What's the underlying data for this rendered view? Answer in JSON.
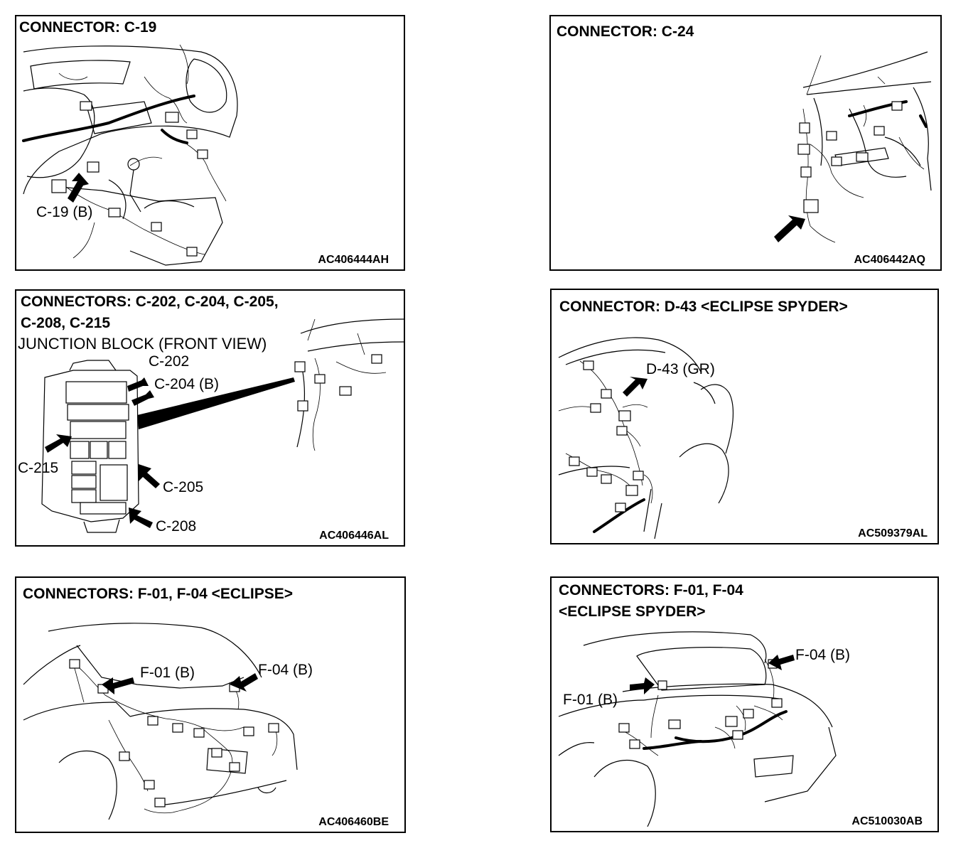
{
  "panels": [
    {
      "title_lines": [
        "CONNECTOR: C-19"
      ],
      "code": "AC406444AH",
      "callouts": [
        "C-19 (B)"
      ]
    },
    {
      "title_lines": [
        "CONNECTOR: C-24"
      ],
      "code": "AC406442AQ",
      "callouts": []
    },
    {
      "title_lines": [
        "CONNECTORS: C-202, C-204, C-205,",
        "C-208, C-215"
      ],
      "subtitle": "JUNCTION BLOCK (FRONT VIEW)",
      "code": "AC406446AL",
      "callouts": [
        "C-202",
        "C-204 (B)",
        "C-215",
        "C-205",
        "C-208"
      ]
    },
    {
      "title_lines": [
        "CONNECTOR: D-43 <ECLIPSE SPYDER>"
      ],
      "code": "AC509379AL",
      "callouts": [
        "D-43 (GR)"
      ]
    },
    {
      "title_lines": [
        "CONNECTORS: F-01, F-04 <ECLIPSE>"
      ],
      "code": "AC406460BE",
      "callouts": [
        "F-01 (B)",
        "F-04 (B)"
      ]
    },
    {
      "title_lines": [
        "CONNECTORS: F-01, F-04",
        "<ECLIPSE SPYDER>"
      ],
      "code": "AC510030AB",
      "callouts": [
        "F-04 (B)",
        "F-01 (B)"
      ]
    }
  ]
}
